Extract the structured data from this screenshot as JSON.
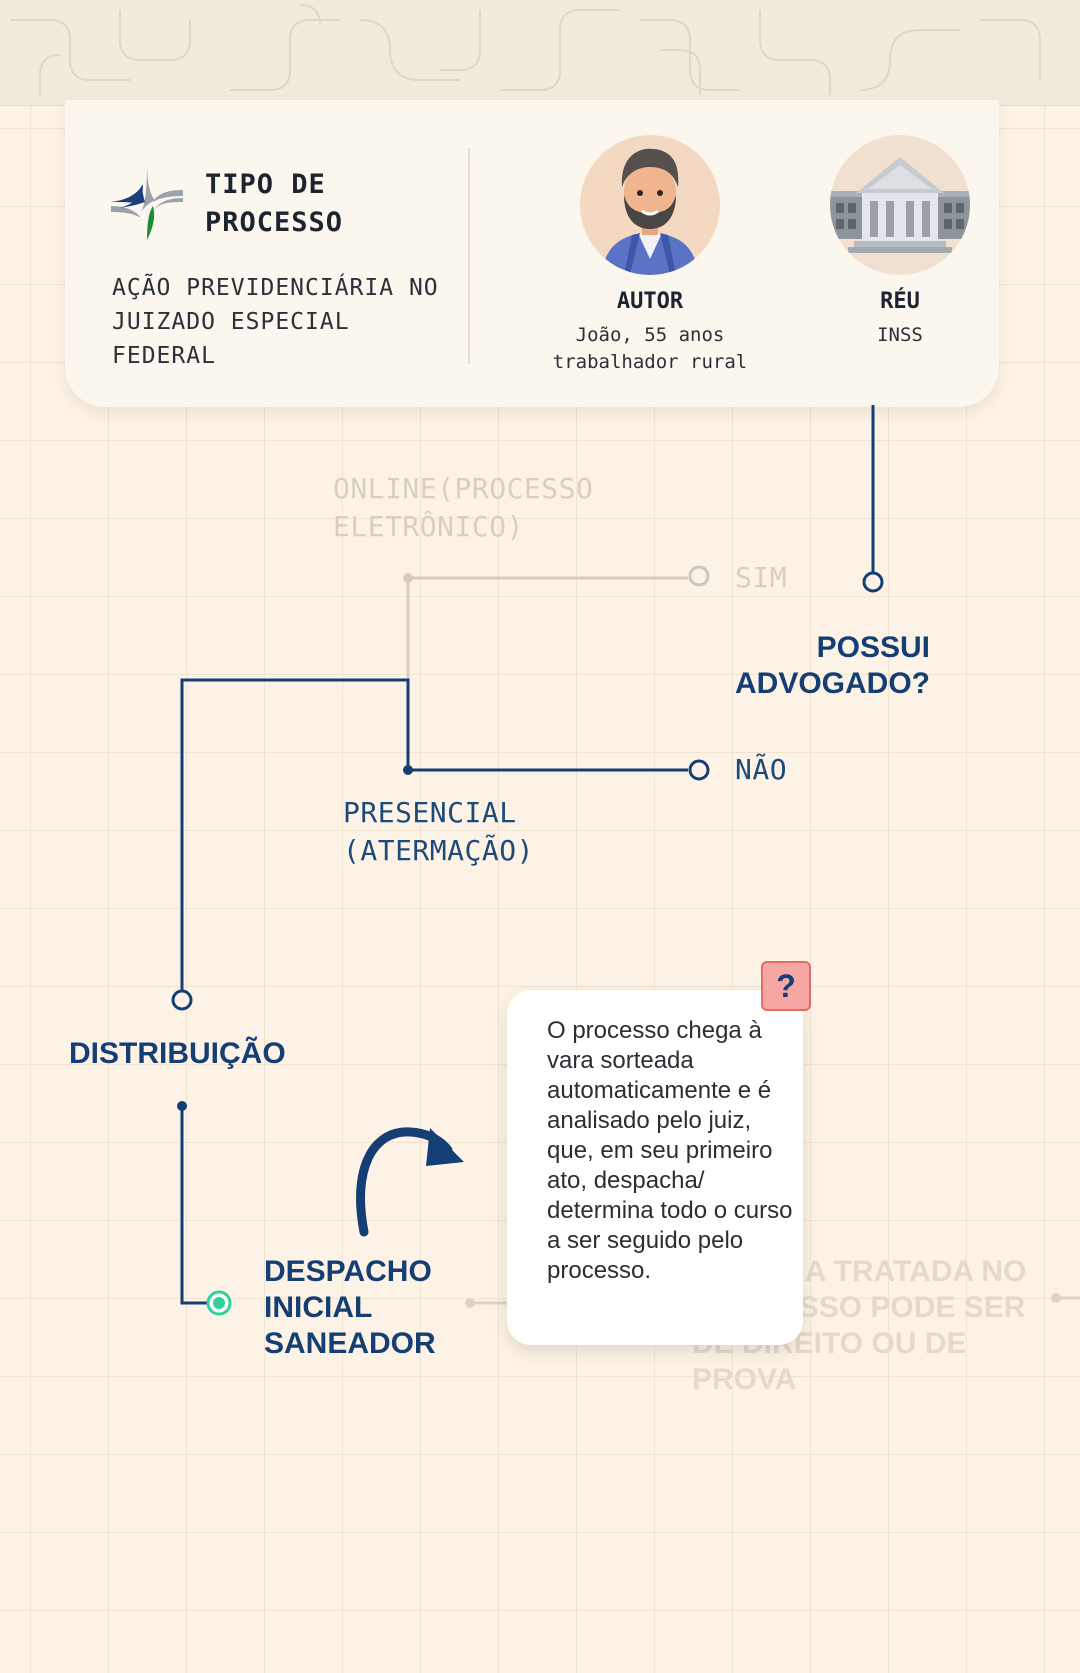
{
  "card": {
    "title": "TIPO DE PROCESSO",
    "description": "AÇÃO PREVIDENCIÁRIA NO JUIZADO ESPECIAL FEDERAL",
    "logo_icon": "cross-star-logo-icon",
    "autor": {
      "title": "AUTOR",
      "line1": "João, 55 anos",
      "line2": "trabalhador rural",
      "icon": "man-avatar-icon"
    },
    "reu": {
      "title": "RÉU",
      "line1": "INSS",
      "icon": "government-building-icon"
    }
  },
  "flow": {
    "question": "POSSUI ADVOGADO?",
    "option_yes": "SIM",
    "option_yes_result": "ONLINE(PROCESSO ELETRÔNICO)",
    "option_no": "NÃO",
    "option_no_result": "PRESENCIAL (ATERMAÇÃO)",
    "step_distribution": "DISTRIBUIÇÃO",
    "step_dispatch": "DESPACHO INICIAL SANEADOR",
    "next_step_faded": "MATÉRIA TRATADA NO PROCESSO PODE SER DE DIREITO OU DE PROVA",
    "active_path": "NÃO"
  },
  "tooltip": {
    "help_symbol": "?",
    "text": "O processo chega à vara sorteada automaticamente e é analisado pelo juiz, que, em seu primeiro ato, despacha/ determina todo o curso a ser seguido pelo processo."
  },
  "colors": {
    "background": "#fcf3e6",
    "accent_blue": "#153f74",
    "faded": "#d8cfc3",
    "active_node": "#2fd39a",
    "help_badge": "#f7a7a3"
  }
}
